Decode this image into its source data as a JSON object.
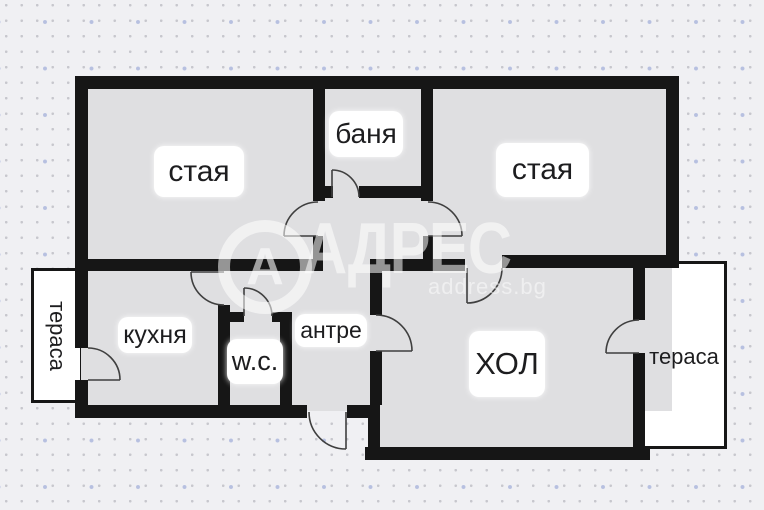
{
  "plan_type": "apartment-floor-plan",
  "rooms": [
    {
      "id": "room-top-left",
      "label": "стая"
    },
    {
      "id": "bathroom",
      "label": "баня"
    },
    {
      "id": "room-top-right",
      "label": "стая"
    },
    {
      "id": "terrace-left",
      "label": "тераса"
    },
    {
      "id": "kitchen",
      "label": "кухня"
    },
    {
      "id": "wc",
      "label": "w.c."
    },
    {
      "id": "hallway",
      "label": "антре"
    },
    {
      "id": "living-room",
      "label": "ХОЛ"
    },
    {
      "id": "terrace-right",
      "label": "тераса"
    }
  ],
  "watermark": {
    "logo_letter": "А",
    "brand": "АДРЕС",
    "site": "address.bg"
  },
  "colors": {
    "background": "#f0f0f3",
    "grid_dot": "#c7c7cd",
    "grid_dot_accent": "#b7c0e0",
    "wall": "#161616",
    "room_fill": "#dfdfe1",
    "label_bg": "#ffffff",
    "label_text": "#1d1d1f",
    "watermark": "rgba(255,255,255,0.55)"
  }
}
